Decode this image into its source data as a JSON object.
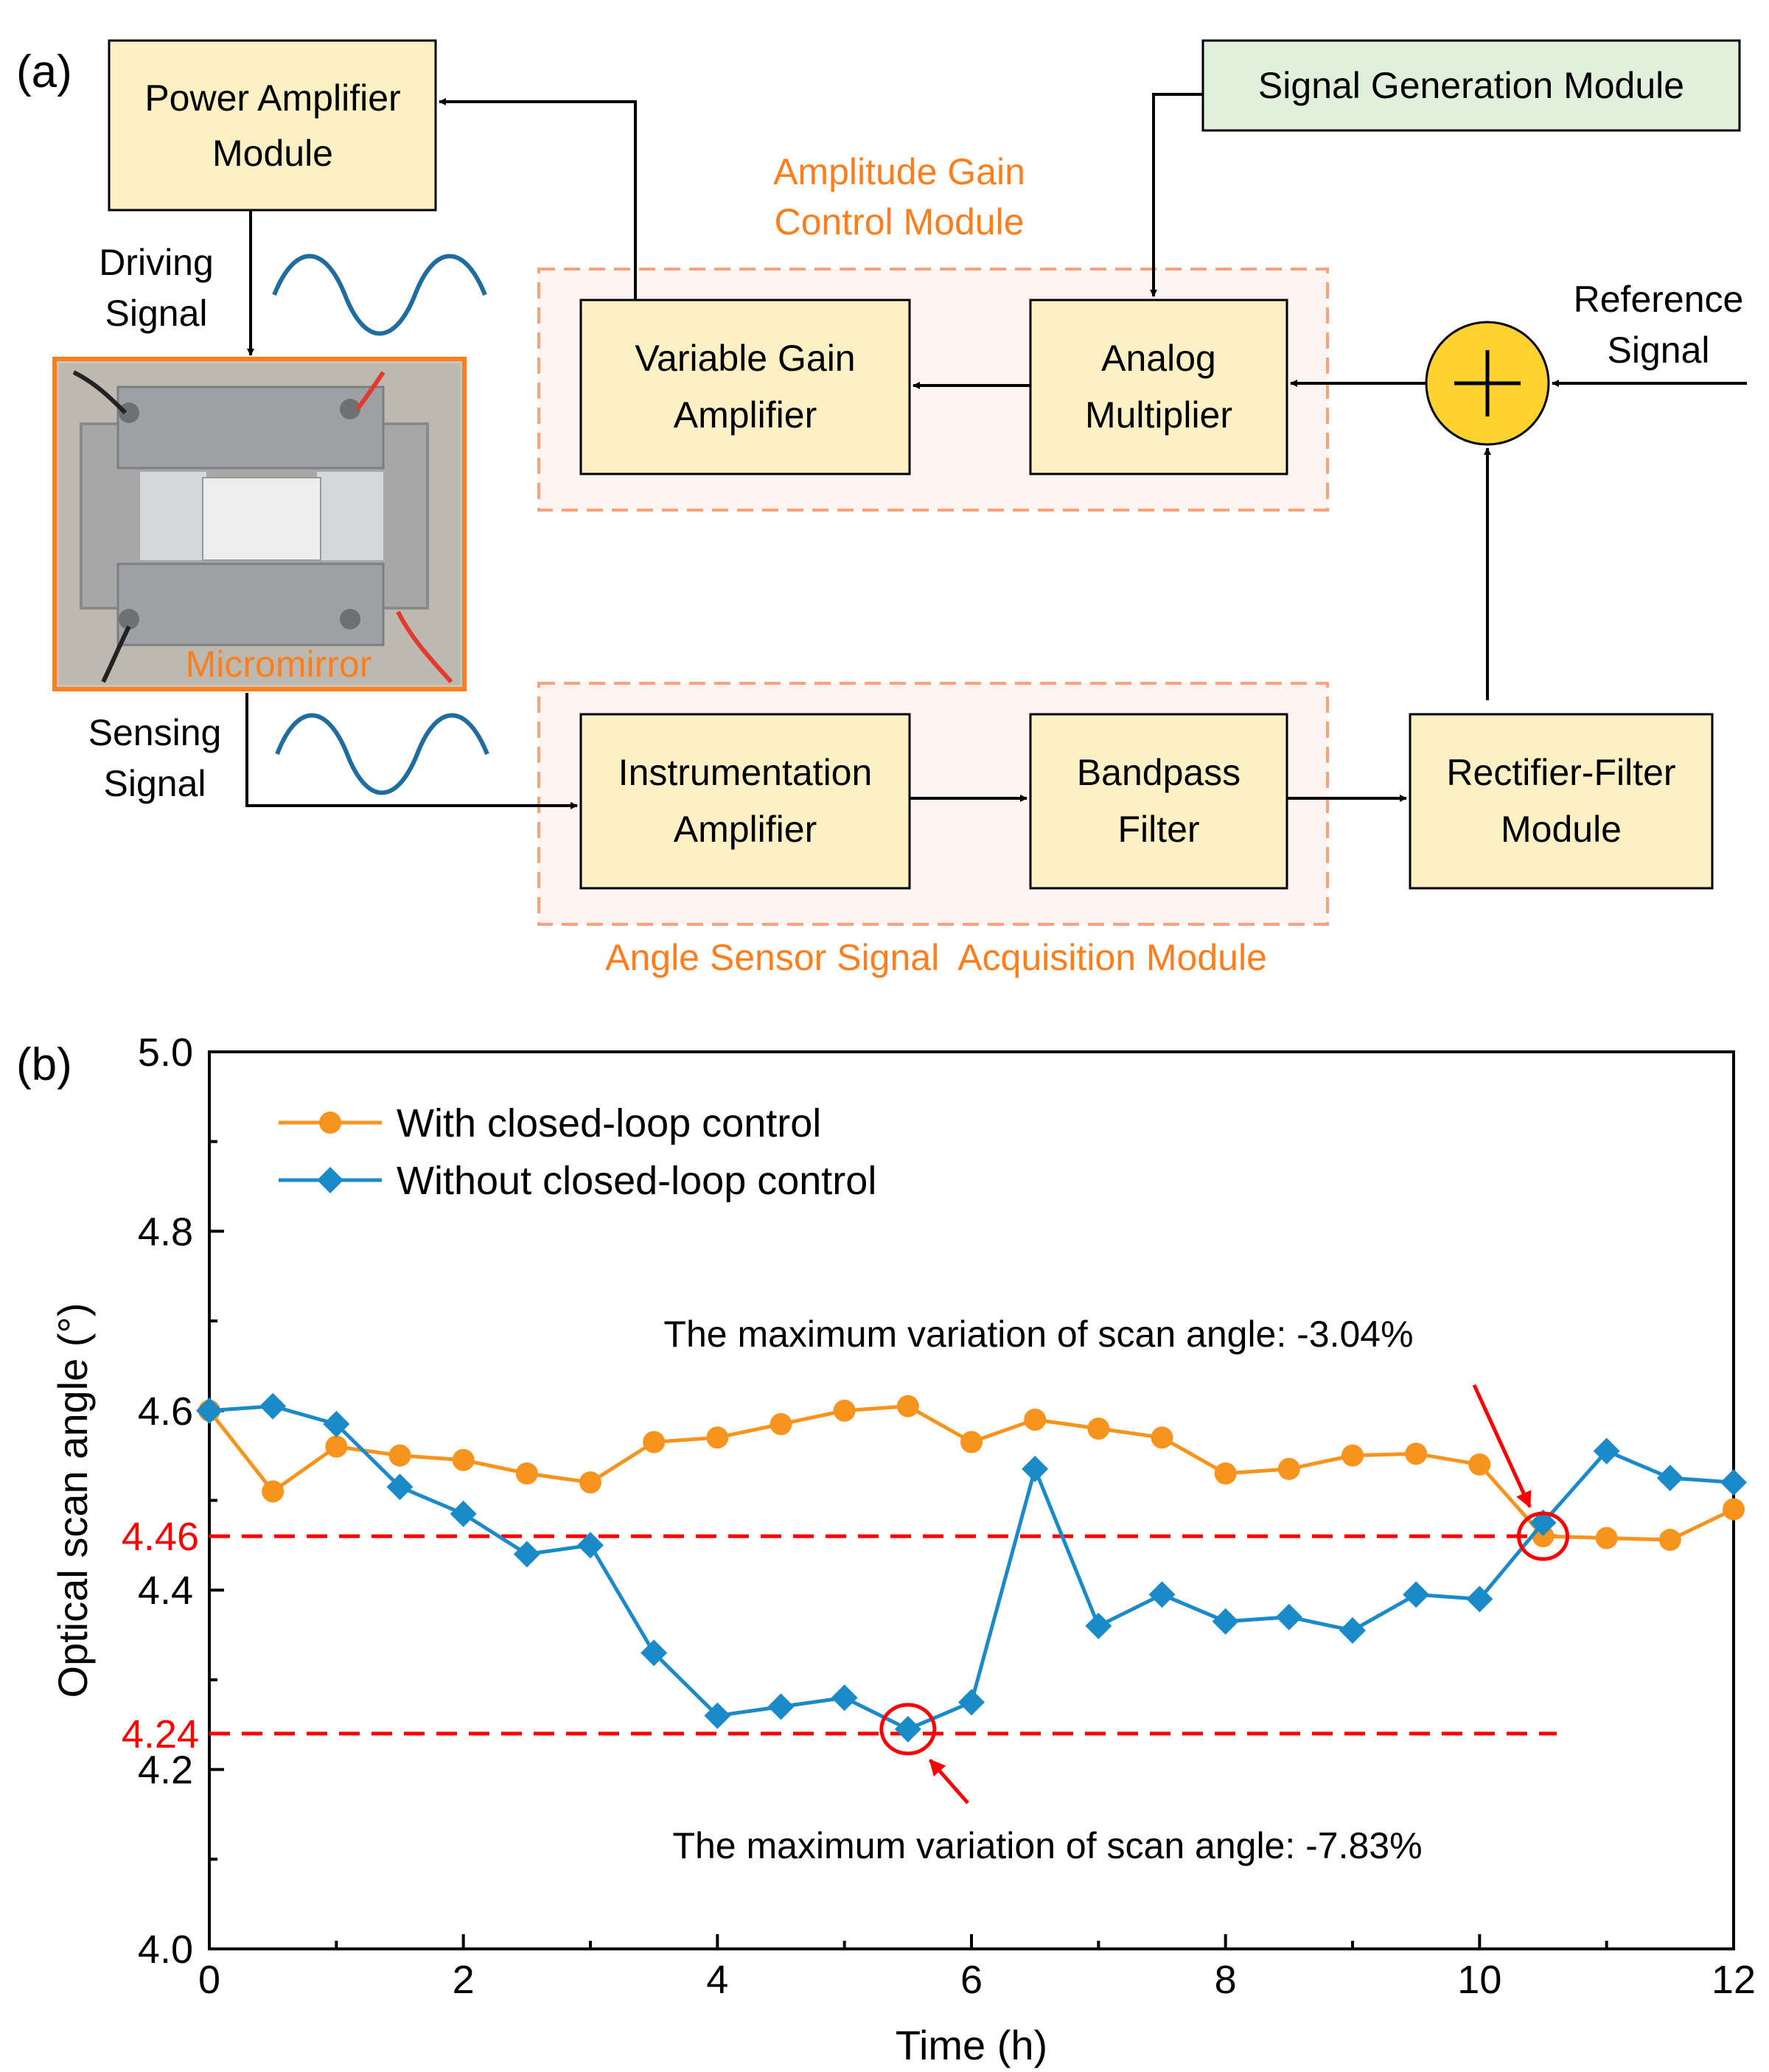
{
  "panel_a": {
    "label": "(a)",
    "power_amp": [
      "Power Amplifier",
      "Module"
    ],
    "signal_gen": "Signal Generation Module",
    "agc_title": [
      "Amplitude Gain",
      "Control Module"
    ],
    "vga": [
      "Variable Gain",
      "Amplifier"
    ],
    "multiplier": [
      "Analog",
      "Multiplier"
    ],
    "reference": [
      "Reference",
      "Signal"
    ],
    "driving": [
      "Driving",
      "Signal"
    ],
    "sensing": [
      "Sensing",
      "Signal"
    ],
    "micromirror": "Micromirror",
    "inamp": [
      "Instrumentation",
      "Amplifier"
    ],
    "bandpass": [
      "Bandpass",
      "Filter"
    ],
    "rectifier": [
      "Rectifier-Filter",
      "Module"
    ],
    "acq_title": "Angle Sensor Signal  Acquisition Module",
    "colors": {
      "box_fill": "#fdf0c4",
      "gen_fill": "#e1f0db",
      "dash_orange": "#f8a37c",
      "module_bg": "#fdf3f0",
      "wave_blue": "#1f6c9f",
      "sum_fill": "#ffd230",
      "orange_text": "#ff7f1e"
    }
  },
  "panel_b": {
    "label": "(b)",
    "annotation_top": "The maximum variation of scan angle: -3.04%",
    "annotation_bottom": "The maximum variation of scan angle: -7.83%",
    "ref_lines": [
      {
        "value": 4.46,
        "label": "4.46"
      },
      {
        "value": 4.24,
        "label": "4.24"
      }
    ]
  },
  "chart_data": {
    "type": "line",
    "xlabel": "Time (h)",
    "ylabel": "Optical scan angle (°)",
    "xlim": [
      0,
      12
    ],
    "ylim": [
      4.0,
      5.0
    ],
    "xticks": [
      0,
      2,
      4,
      6,
      8,
      10,
      12
    ],
    "yticks": [
      4.0,
      4.2,
      4.4,
      4.6,
      4.8,
      5.0
    ],
    "ytick_labels": [
      "4.0",
      "4.2",
      "4.4",
      "4.6",
      "4.8",
      "5.0"
    ],
    "grid": false,
    "legend_position": "top-left",
    "series": [
      {
        "name": "With closed-loop control",
        "color": "#f7941d",
        "marker": "circle",
        "x": [
          0,
          0.5,
          1,
          1.5,
          2,
          2.5,
          3,
          3.5,
          4,
          4.5,
          5,
          5.5,
          6,
          6.5,
          7,
          7.5,
          8,
          8.5,
          9,
          9.5,
          10,
          10.5,
          11,
          11.5,
          12
        ],
        "y": [
          4.6,
          4.51,
          4.56,
          4.55,
          4.545,
          4.53,
          4.52,
          4.565,
          4.57,
          4.585,
          4.6,
          4.605,
          4.565,
          4.59,
          4.58,
          4.57,
          4.53,
          4.535,
          4.55,
          4.552,
          4.54,
          4.46,
          4.458,
          4.456,
          4.49
        ]
      },
      {
        "name": "Without closed-loop control",
        "color": "#1b8ac8",
        "marker": "diamond",
        "x": [
          0,
          0.5,
          1,
          1.5,
          2,
          2.5,
          3,
          3.5,
          4,
          4.5,
          5,
          5.5,
          6,
          6.5,
          7,
          7.5,
          8,
          8.5,
          9,
          9.5,
          10,
          10.5,
          11,
          11.5,
          12
        ],
        "y": [
          4.6,
          4.605,
          4.585,
          4.515,
          4.485,
          4.44,
          4.45,
          4.33,
          4.26,
          4.27,
          4.28,
          4.245,
          4.275,
          4.535,
          4.36,
          4.395,
          4.365,
          4.37,
          4.355,
          4.395,
          4.39,
          4.475,
          4.555,
          4.525,
          4.52
        ]
      }
    ]
  }
}
